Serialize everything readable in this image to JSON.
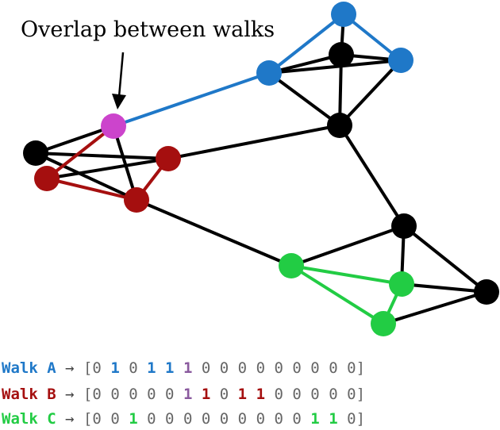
{
  "annotation": "Overlap between walks",
  "colors": {
    "walk_a": "#1f78c8",
    "walk_b": "#a50f0f",
    "walk_c": "#22cc44",
    "overlap": "#cc44cc",
    "base": "#000000"
  },
  "nodes": [
    {
      "id": "a1",
      "color": "walk_a"
    },
    {
      "id": "top",
      "color": "base"
    },
    {
      "id": "a2",
      "color": "walk_a"
    },
    {
      "id": "a3",
      "color": "walk_a"
    },
    {
      "id": "mid",
      "color": "base"
    },
    {
      "id": "ov",
      "color": "overlap"
    },
    {
      "id": "left",
      "color": "base"
    },
    {
      "id": "b1",
      "color": "walk_b"
    },
    {
      "id": "b2",
      "color": "walk_b"
    },
    {
      "id": "b3",
      "color": "walk_b"
    },
    {
      "id": "r1",
      "color": "base"
    },
    {
      "id": "c1",
      "color": "walk_c"
    },
    {
      "id": "c2",
      "color": "walk_c"
    },
    {
      "id": "c3",
      "color": "walk_c"
    },
    {
      "id": "r2",
      "color": "base"
    }
  ],
  "edges": [
    [
      "a1",
      "top",
      "base"
    ],
    [
      "a1",
      "a2",
      "walk_a"
    ],
    [
      "a3",
      "a1",
      "walk_a"
    ],
    [
      "a3",
      "top",
      "base"
    ],
    [
      "a3",
      "a2",
      "base"
    ],
    [
      "top",
      "a2",
      "base"
    ],
    [
      "top",
      "mid",
      "base"
    ],
    [
      "a3",
      "mid",
      "base"
    ],
    [
      "a2",
      "mid",
      "base"
    ],
    [
      "ov",
      "a3",
      "walk_a"
    ],
    [
      "mid",
      "b1",
      "base"
    ],
    [
      "mid",
      "r1",
      "base"
    ],
    [
      "left",
      "ov",
      "base"
    ],
    [
      "left",
      "b1",
      "base"
    ],
    [
      "left",
      "b3",
      "base"
    ],
    [
      "ov",
      "b2",
      "walk_b"
    ],
    [
      "ov",
      "b3",
      "base"
    ],
    [
      "b2",
      "b1",
      "base"
    ],
    [
      "b2",
      "b3",
      "walk_b"
    ],
    [
      "b3",
      "b1",
      "walk_b"
    ],
    [
      "b3",
      "c1",
      "base"
    ],
    [
      "c1",
      "r1",
      "base"
    ],
    [
      "r1",
      "c2",
      "base"
    ],
    [
      "r1",
      "r2",
      "base"
    ],
    [
      "c1",
      "c2",
      "walk_c"
    ],
    [
      "c1",
      "c3",
      "walk_c"
    ],
    [
      "c2",
      "c3",
      "walk_c"
    ],
    [
      "c2",
      "r2",
      "base"
    ],
    [
      "c3",
      "r2",
      "base"
    ]
  ],
  "walks": [
    {
      "name": "Walk A",
      "color": "walk_a",
      "bits": [
        0,
        1,
        0,
        1,
        1,
        1,
        0,
        0,
        0,
        0,
        0,
        0,
        0,
        0,
        0
      ]
    },
    {
      "name": "Walk B",
      "color": "walk_b",
      "bits": [
        0,
        0,
        0,
        0,
        0,
        1,
        1,
        0,
        1,
        1,
        0,
        0,
        0,
        0,
        0
      ]
    },
    {
      "name": "Walk C",
      "color": "walk_c",
      "bits": [
        0,
        0,
        1,
        0,
        0,
        0,
        0,
        0,
        0,
        0,
        0,
        0,
        1,
        1,
        0
      ]
    }
  ],
  "arrow_symbol": "→",
  "bracket_open": "[",
  "bracket_close": "]"
}
